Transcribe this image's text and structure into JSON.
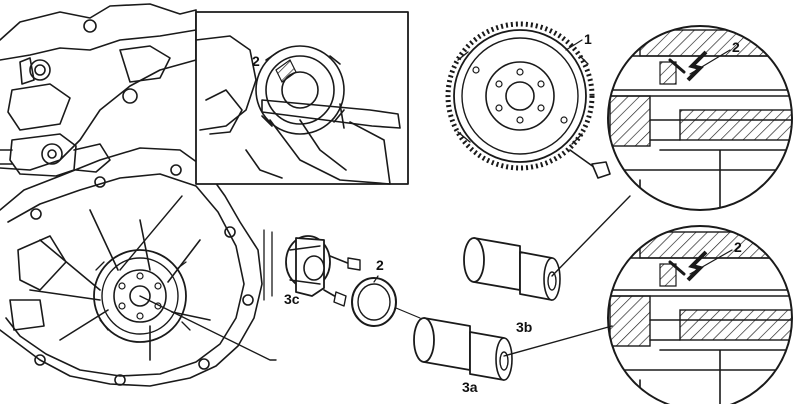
{
  "callouts": {
    "inset_top_2": "2",
    "flywheel_1": "1",
    "detail_top_2": "2",
    "seal_2": "2",
    "tool_3c": "3c",
    "tool_3b": "3b",
    "tool_3a": "3a",
    "detail_bottom_2": "2"
  },
  "colors": {
    "ink": "#1a1a1a",
    "paper": "#ffffff"
  }
}
